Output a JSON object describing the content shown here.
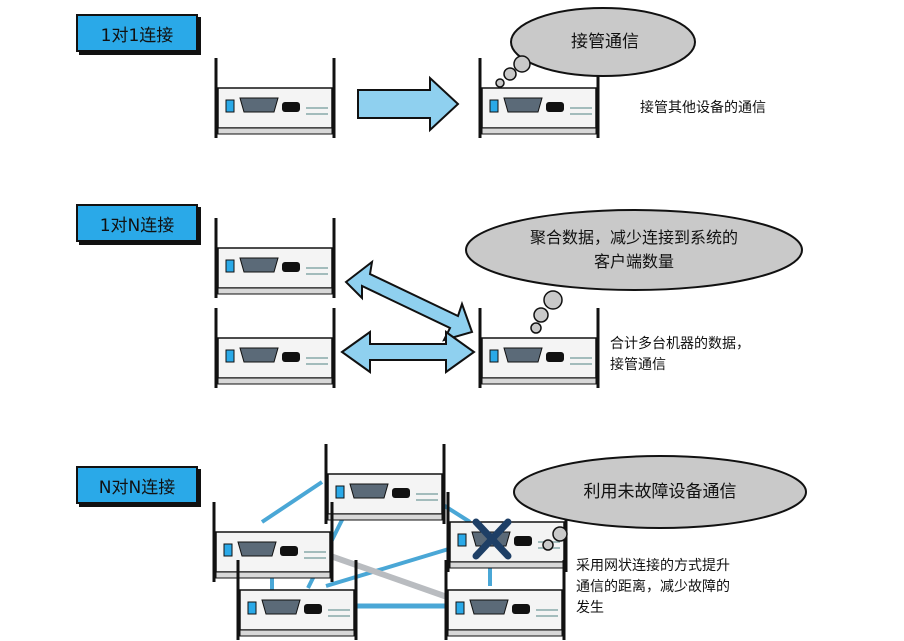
{
  "sections": [
    {
      "label": "1对1连接",
      "bubble": "接管通信",
      "caption": "接管其他设备的通信"
    },
    {
      "label": "1对N连接",
      "bubble_line1": "聚合数据，减少连接到系统的",
      "bubble_line2": "客户端数量",
      "caption_line1": "合计多台机器的数据，",
      "caption_line2": "接管通信"
    },
    {
      "label": "N对N连接",
      "bubble": "利用未故障设备通信",
      "caption_line1": "采用网状连接的方式提升",
      "caption_line2": "通信的距离，减少故障的",
      "caption_line3": "发生"
    }
  ],
  "colors": {
    "label_fill": "#2aa9e8",
    "arrow_fill": "#8fd0ef",
    "cloud_fill": "#c9c9c9",
    "device_body": "#f4f4f4",
    "failure_mark": "#1e3f66",
    "gray_arrow": "#b9bcc0"
  },
  "icons": [
    "router-icon",
    "antenna-icon",
    "thought-cloud-icon",
    "failure-x-icon",
    "double-arrow-icon"
  ]
}
